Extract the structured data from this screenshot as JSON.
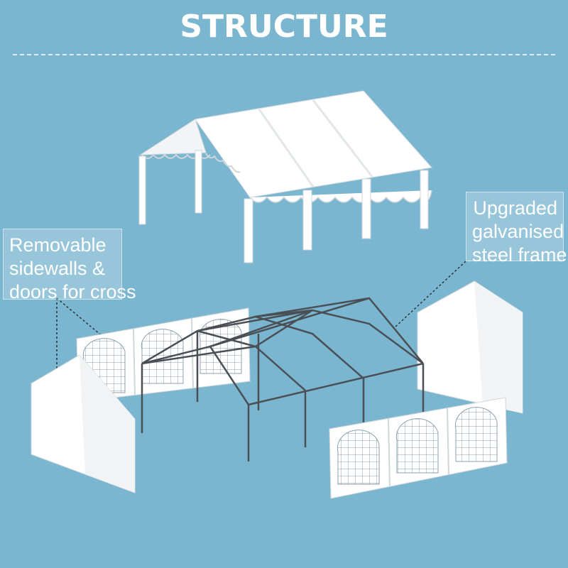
{
  "title": "STRUCTURE",
  "callouts": {
    "left": [
      "Removable",
      "sidewalls &",
      "doors for cross"
    ],
    "right": [
      "Upgraded",
      "galvanised",
      "steel frame"
    ]
  },
  "colors": {
    "background": "#7ab6d0",
    "fabric": "#ffffff",
    "frame": "#4a4f55"
  },
  "icons": [
    "tent-canopy-illustration",
    "steel-frame-illustration",
    "sidewall-panel-illustration",
    "gable-end-wall-illustration"
  ]
}
